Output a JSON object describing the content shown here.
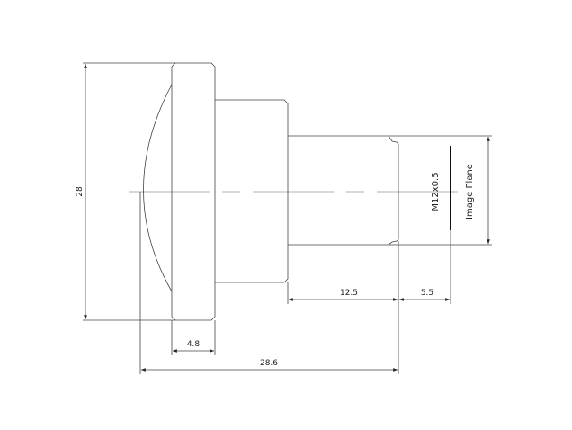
{
  "dimensions": {
    "overall_diameter": "28",
    "flange_thickness": "4.8",
    "total_length": "28.6",
    "thread_length": "12.5",
    "back_focal": "5.5"
  },
  "labels": {
    "thread": "M12x0.5",
    "image_plane": "Image Plane"
  },
  "colors": {
    "line": "#333333",
    "centerline": "#999999"
  }
}
